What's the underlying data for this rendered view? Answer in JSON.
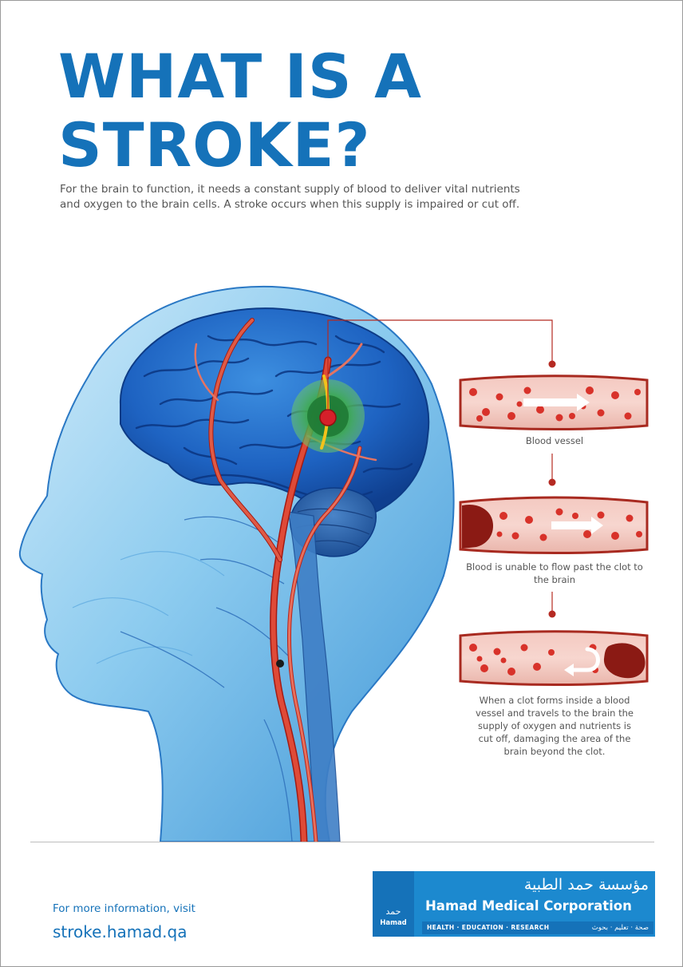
{
  "heading": {
    "line1": "WHAT IS A",
    "line2": "STROKE?"
  },
  "intro": "For the brain to function, it needs a constant supply of blood to deliver vital nutrients and oxygen to the brain cells. A stroke occurs when this supply is impaired or cut off.",
  "illustration": {
    "subject": "head-and-brain-anatomy",
    "vessels": [
      {
        "caption": "Blood vessel",
        "state": "normal-flow"
      },
      {
        "caption": "Blood is unable to flow past the clot to the brain",
        "state": "clot-blocking-flow"
      },
      {
        "caption": "When a clot forms inside a blood vessel and travels to the brain the supply of oxygen and nutrients is cut off, damaging the area of the brain beyond the clot.",
        "state": "flow-reversed-by-clot"
      }
    ]
  },
  "footer": {
    "more_info": "For more information, visit",
    "url": "stroke.hamad.qa"
  },
  "logo": {
    "arabic_small": "حمد",
    "english_small": "Hamad",
    "arabic_name": "مؤسسة حمد الطبية",
    "english_name": "Hamad Medical Corporation",
    "tagline": "HEALTH · EDUCATION · RESEARCH",
    "tagline_arabic": "صحة · تعليم · بحوث"
  },
  "colors": {
    "brand_blue": "#1572b9",
    "logo_blue": "#1c89cf",
    "artery_red": "#d93a2c",
    "blood_red": "#c4281f",
    "focus_green": "#3fae49",
    "body_text": "#555555"
  }
}
